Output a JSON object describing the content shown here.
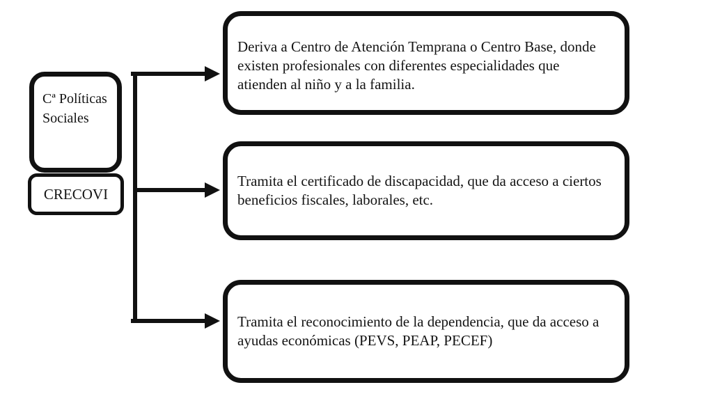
{
  "colors": {
    "background": "#ffffff",
    "border": "#111111",
    "text": "#141414"
  },
  "left_column": {
    "department_box": {
      "label": "Cª Políticas Sociales"
    },
    "agency_box": {
      "label": "CRECOVI"
    }
  },
  "right_column": {
    "items": [
      {
        "text": "Deriva a Centro de Atención Temprana o Centro Base, donde existen profesionales con diferentes especialidades que atienden al niño y a la familia."
      },
      {
        "text": "Tramita el certificado de discapacidad, que da acceso a ciertos beneficios fiscales, laborales, etc."
      },
      {
        "text": "Tramita el reconocimiento de la dependencia, que da acceso a ayudas económicas (PEVS, PEAP, PECEF)"
      }
    ]
  },
  "connectors": {
    "trunk": "vertical trunk line from department box level down to third arrow",
    "arrows": [
      {
        "target": "box-1"
      },
      {
        "target": "box-2"
      },
      {
        "target": "box-3"
      }
    ]
  }
}
